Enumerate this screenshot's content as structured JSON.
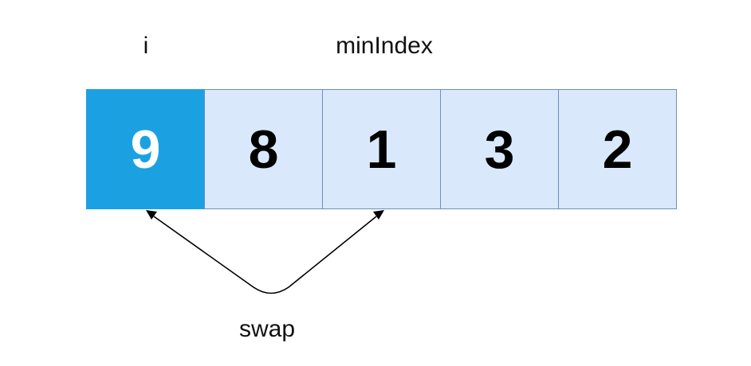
{
  "pointers": {
    "i": "i",
    "min_index": "minIndex"
  },
  "array": {
    "cells": [
      "9",
      "8",
      "1",
      "3",
      "2"
    ],
    "highlight_index": 0
  },
  "swap_label": "swap",
  "colors": {
    "cell_fill": "#dae8fc",
    "cell_border": "#6c8ebf",
    "highlight_fill": "#1ba1e2",
    "arrow": "#000000"
  }
}
